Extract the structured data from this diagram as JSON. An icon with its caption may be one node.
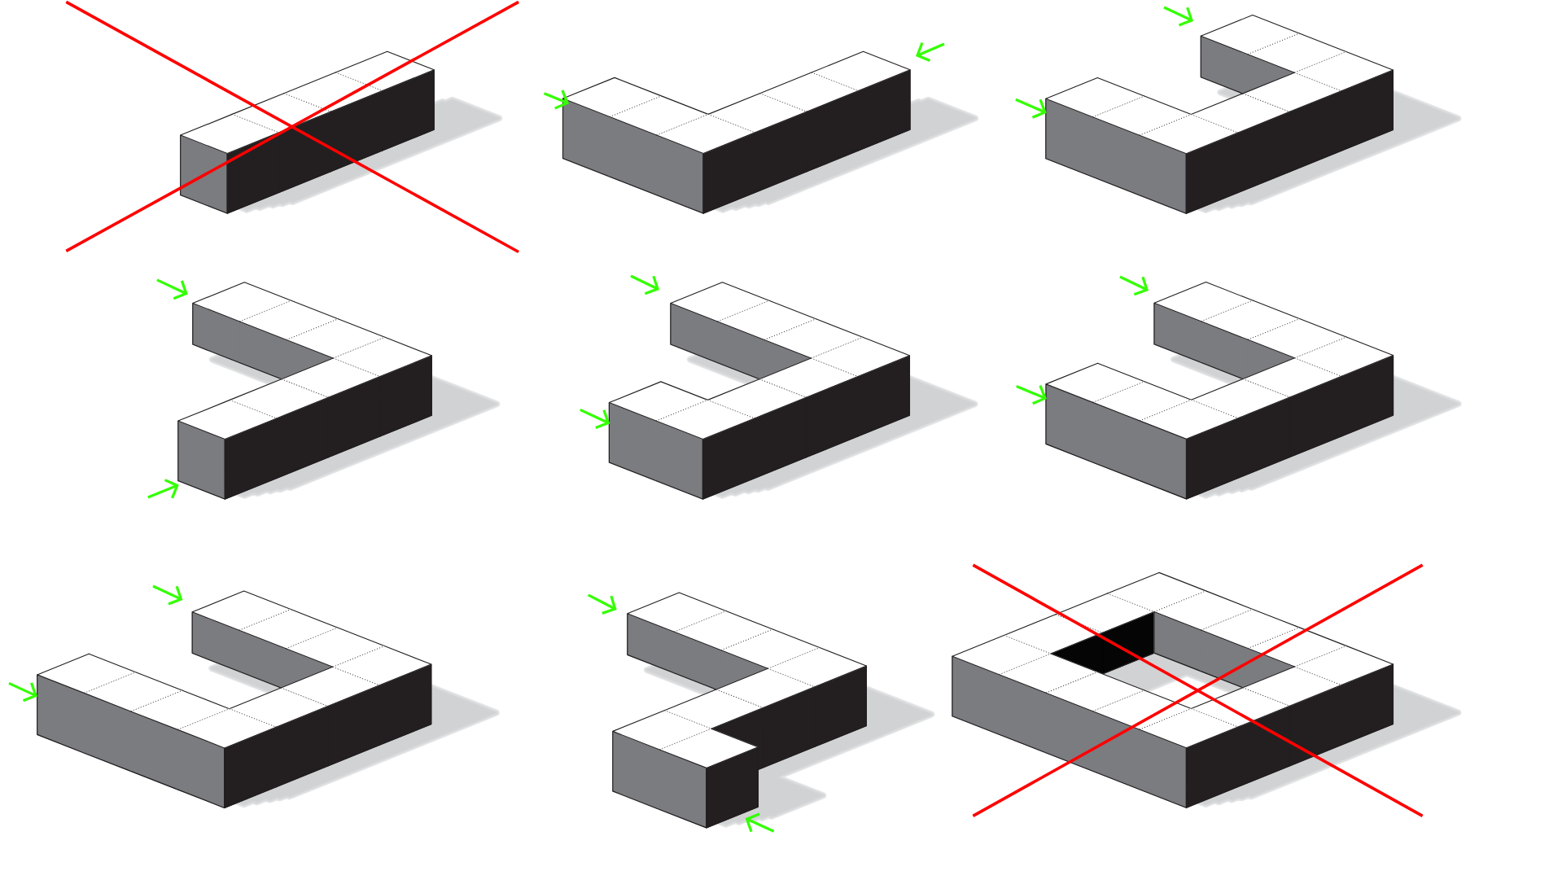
{
  "diagram": {
    "nodes": [
      {
        "text": [],
        "shape": "picture"
      },
      {
        "text": [],
        "shape": "picture"
      },
      {
        "text": [],
        "shape": "picture"
      },
      {
        "text": [],
        "shape": "picture"
      },
      {
        "text": [],
        "shape": "picture"
      },
      {
        "text": [],
        "shape": "picture"
      },
      {
        "text": [],
        "shape": "picture"
      },
      {
        "text": [],
        "shape": "picture"
      },
      {
        "text": [],
        "shape": "picture"
      }
    ],
    "edges": [
      {
        "from": null,
        "to": 1,
        "arrow": "to"
      },
      {
        "from": null,
        "to": 1,
        "arrow": "to"
      },
      {
        "from": null,
        "to": 2,
        "arrow": "to"
      },
      {
        "from": null,
        "to": 2,
        "arrow": "to"
      },
      {
        "from": null,
        "to": 3,
        "arrow": "to"
      },
      {
        "from": null,
        "to": 3,
        "arrow": "to"
      },
      {
        "from": null,
        "to": 4,
        "arrow": "to"
      },
      {
        "from": null,
        "to": 4,
        "arrow": "to"
      },
      {
        "from": null,
        "to": 5,
        "arrow": "to"
      },
      {
        "from": null,
        "to": 5,
        "arrow": "to"
      },
      {
        "from": null,
        "to": 6,
        "arrow": "to"
      },
      {
        "from": null,
        "to": 6,
        "arrow": "to"
      },
      {
        "from": null,
        "to": 7,
        "arrow": "to"
      },
      {
        "from": null,
        "to": 7,
        "arrow": "to"
      }
    ]
  }
}
